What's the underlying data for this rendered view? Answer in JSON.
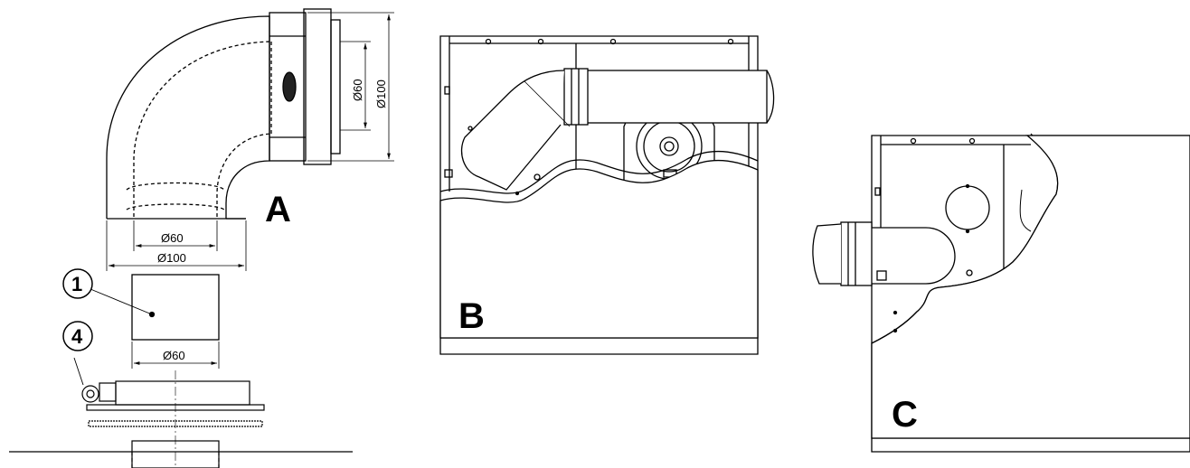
{
  "figure_a": {
    "label": "A",
    "dims": {
      "outer_right": "Ø100",
      "inner_right": "Ø60",
      "inner_bottom": "Ø60",
      "outer_bottom": "Ø100",
      "adapter": "Ø60"
    },
    "callouts": [
      "1",
      "4"
    ]
  },
  "figure_b": {
    "label": "B"
  },
  "figure_c": {
    "label": "C"
  }
}
